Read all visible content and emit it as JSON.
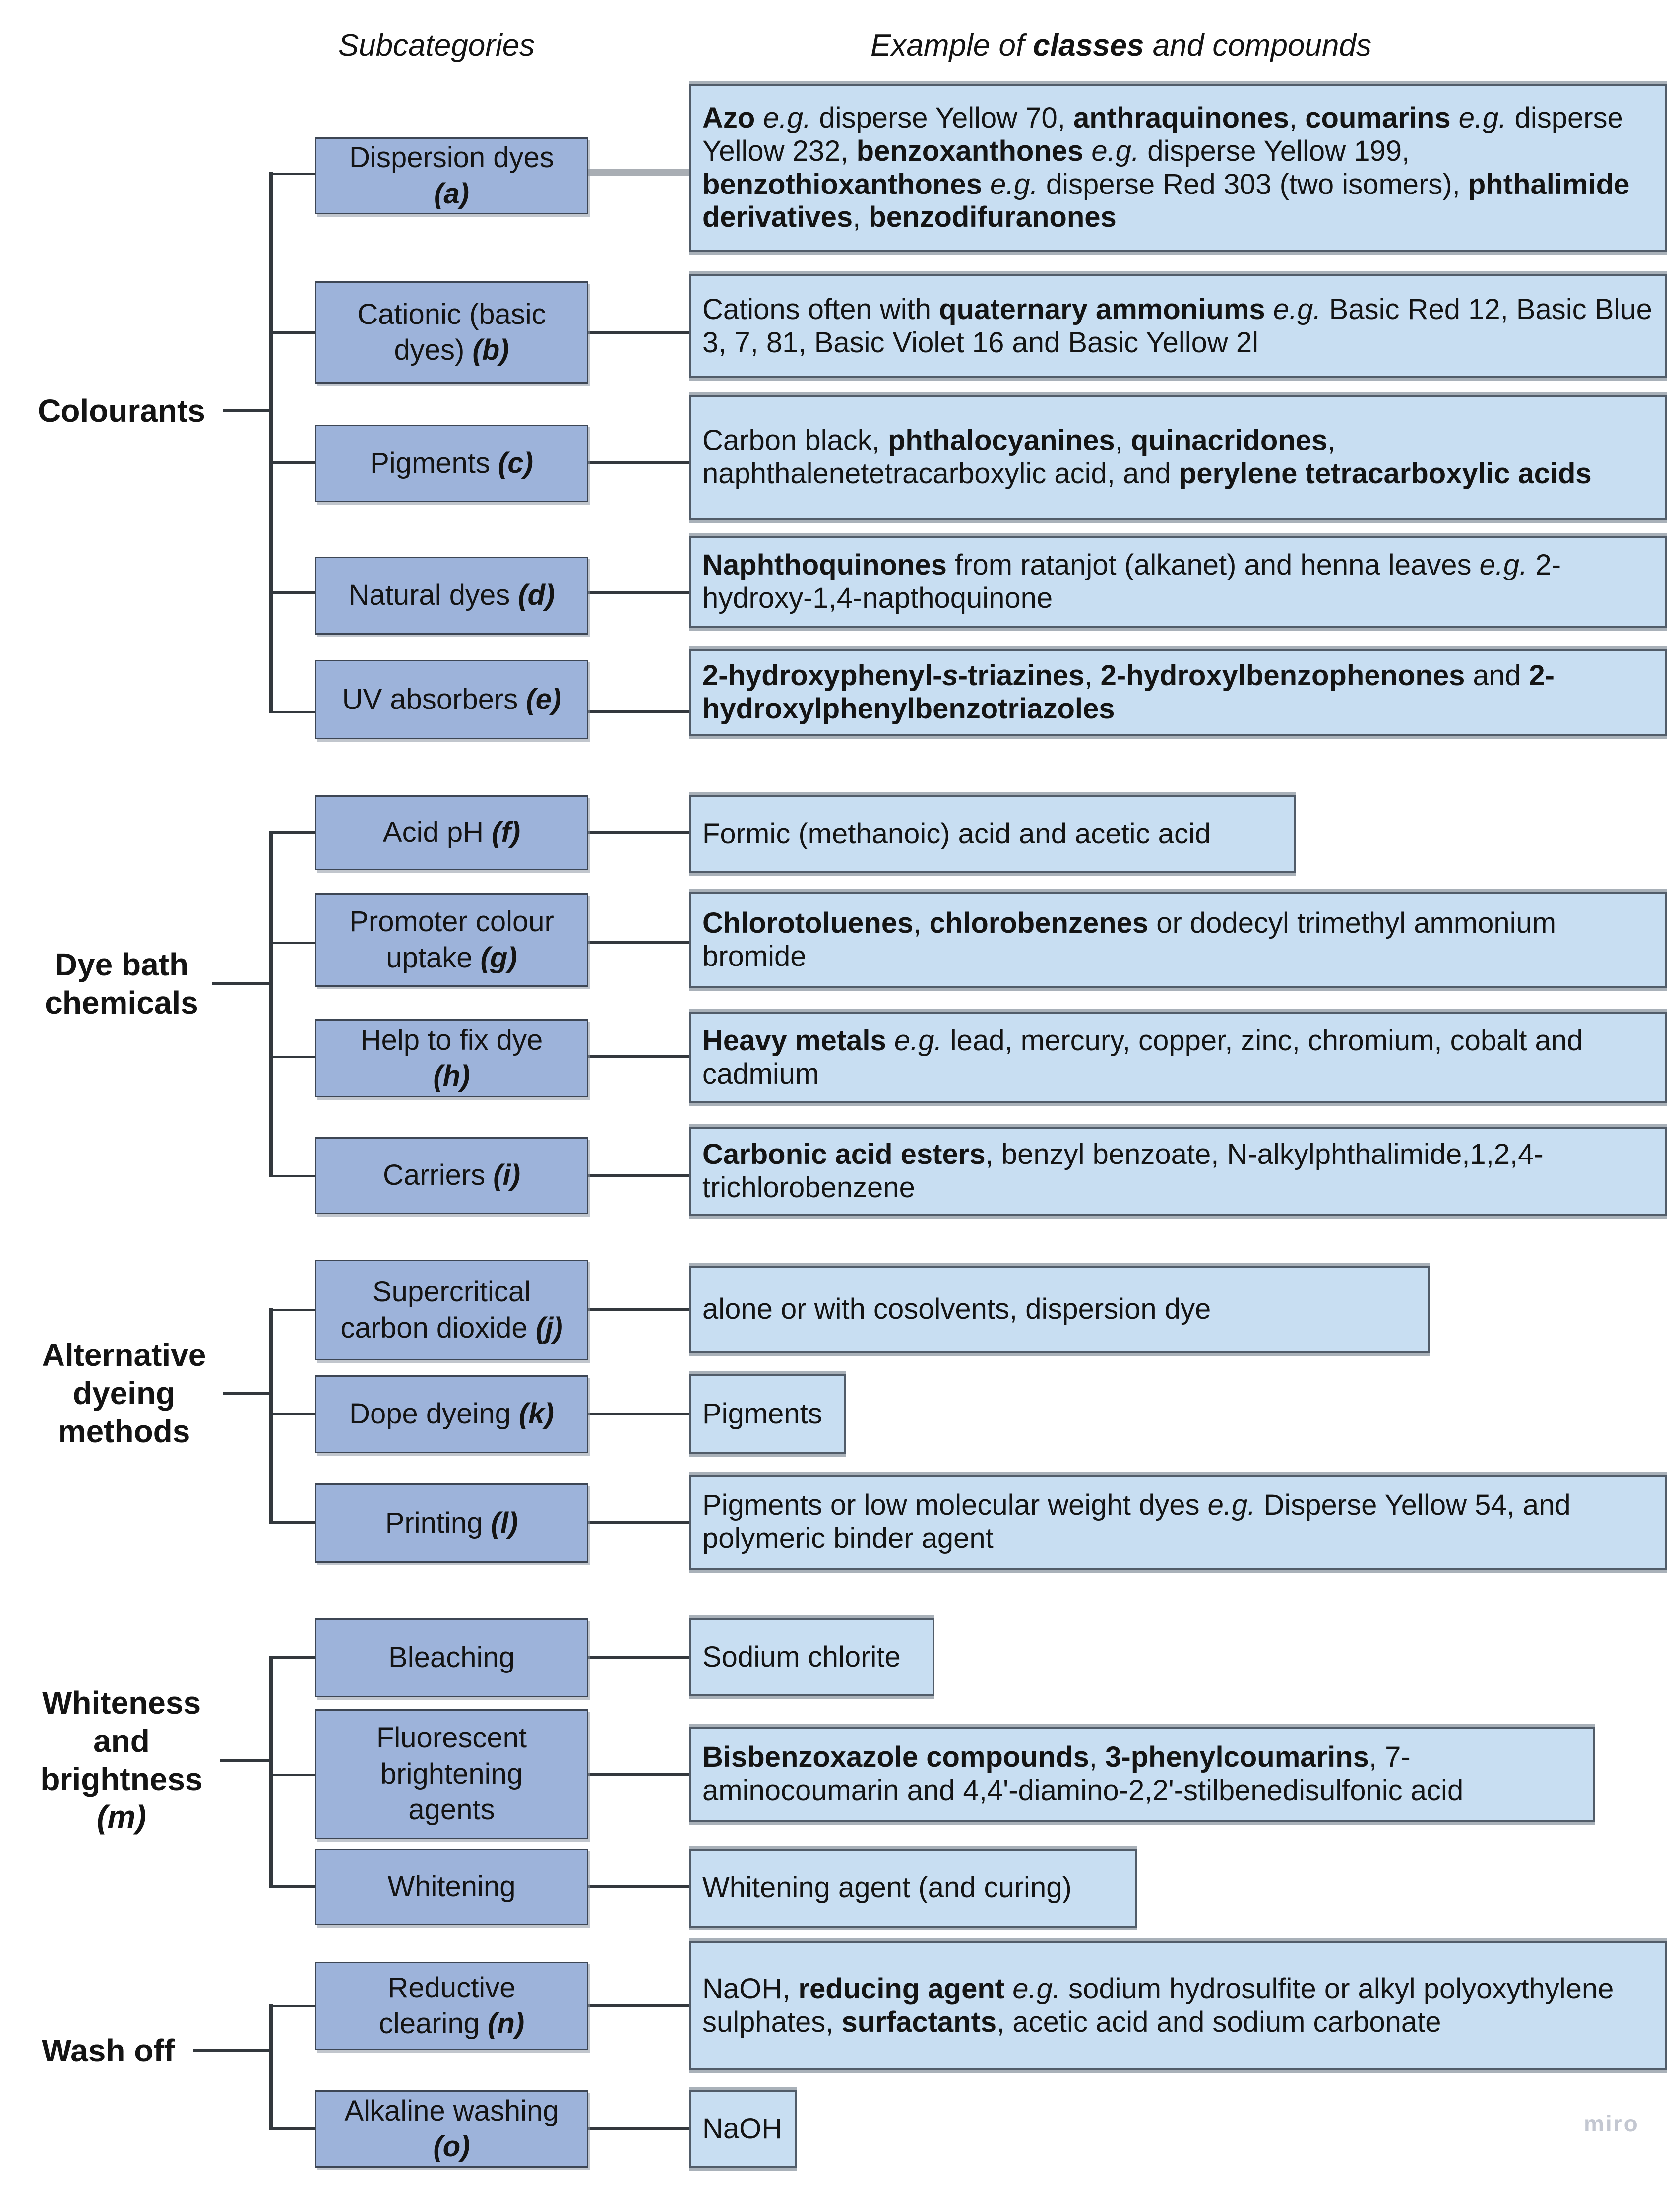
{
  "header": {
    "subcategories": "Subcategories",
    "examples": [
      {
        "t": "Example of "
      },
      {
        "t": "classes",
        "b": true
      },
      {
        "t": " and compounds"
      }
    ]
  },
  "colors": {
    "line": "#33383d",
    "line_gray": "#a9aeb4",
    "subcat_fill": "#9db3da",
    "subcat_border": "#3d4654",
    "example_fill": "#c8def2",
    "example_border": "#515c69",
    "watermark": "#c3c7d1"
  },
  "watermark": {
    "text": "miro"
  },
  "groups": [
    {
      "label_segments": [
        {
          "t": "Colourants"
        }
      ],
      "rows": [
        {
          "id": "a",
          "subcat": [
            {
              "t": "Dispersion dyes"
            },
            {
              "t": "(a)",
              "b": true,
              "i": true,
              "nl": true
            }
          ],
          "example": [
            {
              "t": "Azo",
              "b": true
            },
            {
              "t": " e.g. ",
              "i": true
            },
            {
              "t": "disperse Yellow 70, "
            },
            {
              "t": "anthraquinones",
              "b": true
            },
            {
              "t": ", "
            },
            {
              "t": "coumarins",
              "b": true
            },
            {
              "t": " e.g. ",
              "i": true
            },
            {
              "t": "disperse Yellow 232, "
            },
            {
              "t": "benzoxanthones",
              "b": true
            },
            {
              "t": " e.g. ",
              "i": true
            },
            {
              "t": "disperse Yellow 199, "
            },
            {
              "t": "benzothioxanthones",
              "b": true
            },
            {
              "t": " e.g. ",
              "i": true
            },
            {
              "t": "disperse Red 303 (two isomers), "
            },
            {
              "t": "phthalimide derivatives",
              "b": true
            },
            {
              "t": ", "
            },
            {
              "t": "benzodifuranones",
              "b": true
            }
          ]
        },
        {
          "id": "b",
          "subcat": [
            {
              "t": "Cationic (basic"
            },
            {
              "t": "dyes) ",
              "nl": true
            },
            {
              "t": "(b)",
              "b": true,
              "i": true
            }
          ],
          "example": [
            {
              "t": "Cations often with "
            },
            {
              "t": "quaternary ammoniums",
              "b": true
            },
            {
              "t": " e.g. ",
              "i": true
            },
            {
              "t": "Basic Red 12, Basic Blue 3, 7, 81, Basic Violet 16 and Basic Yellow 2l"
            }
          ]
        },
        {
          "id": "c",
          "subcat": [
            {
              "t": "Pigments "
            },
            {
              "t": "(c)",
              "b": true,
              "i": true
            }
          ],
          "example": [
            {
              "t": "Carbon black, "
            },
            {
              "t": "phthalocyanines",
              "b": true
            },
            {
              "t": ", "
            },
            {
              "t": "quinacridones",
              "b": true
            },
            {
              "t": ", naphthalenetetracarboxylic acid, and "
            },
            {
              "t": "perylene tetracarboxylic acids",
              "b": true
            }
          ]
        },
        {
          "id": "d",
          "subcat": [
            {
              "t": "Natural dyes "
            },
            {
              "t": "(d)",
              "b": true,
              "i": true
            }
          ],
          "example": [
            {
              "t": "Naphthoquinones",
              "b": true
            },
            {
              "t": " from ratanjot (alkanet) and henna leaves "
            },
            {
              "t": "e.g.",
              "i": true
            },
            {
              "t": " 2-hydroxy-1,4-napthoquinone"
            }
          ]
        },
        {
          "id": "e",
          "subcat": [
            {
              "t": "UV absorbers "
            },
            {
              "t": "(e)",
              "b": true,
              "i": true
            }
          ],
          "example": [
            {
              "t": "2-hydroxyphenyl-",
              "b": true
            },
            {
              "t": "s",
              "b": true,
              "i": true
            },
            {
              "t": "-triazines",
              "b": true
            },
            {
              "t": ", "
            },
            {
              "t": "2-hydroxylbenzophenones",
              "b": true
            },
            {
              "t": " and "
            },
            {
              "t": "2-hydroxylphenylbenzotriazoles",
              "b": true
            }
          ]
        }
      ]
    },
    {
      "label_segments": [
        {
          "t": "Dye bath"
        },
        {
          "t": "chemicals",
          "nl": true
        }
      ],
      "rows": [
        {
          "id": "f",
          "subcat": [
            {
              "t": "Acid pH "
            },
            {
              "t": "(f)",
              "b": true,
              "i": true
            }
          ],
          "example": [
            {
              "t": "Formic (methanoic) acid and acetic acid"
            }
          ]
        },
        {
          "id": "g",
          "subcat": [
            {
              "t": "Promoter colour"
            },
            {
              "t": "uptake ",
              "nl": true
            },
            {
              "t": "(g)",
              "b": true,
              "i": true
            }
          ],
          "example": [
            {
              "t": "Chlorotoluenes",
              "b": true
            },
            {
              "t": ", "
            },
            {
              "t": "chlorobenzenes",
              "b": true
            },
            {
              "t": " or dodecyl trimethyl ammonium bromide"
            }
          ]
        },
        {
          "id": "h",
          "subcat": [
            {
              "t": "Help to fix dye"
            },
            {
              "t": "(h)",
              "b": true,
              "i": true,
              "nl": true
            }
          ],
          "example": [
            {
              "t": "Heavy metals",
              "b": true
            },
            {
              "t": " e.g. ",
              "i": true
            },
            {
              "t": "lead, mercury, copper, zinc, chromium, cobalt and cadmium"
            }
          ]
        },
        {
          "id": "i",
          "subcat": [
            {
              "t": "Carriers "
            },
            {
              "t": "(i)",
              "b": true,
              "i": true
            }
          ],
          "example": [
            {
              "t": "Carbonic acid esters",
              "b": true
            },
            {
              "t": ", benzyl benzoate, N-alkylphthalimide,1,2,4-trichlorobenzene"
            }
          ]
        }
      ]
    },
    {
      "label_segments": [
        {
          "t": "Alternative"
        },
        {
          "t": "dyeing",
          "nl": true
        },
        {
          "t": "methods",
          "nl": true
        }
      ],
      "rows": [
        {
          "id": "j",
          "subcat": [
            {
              "t": "Supercritical"
            },
            {
              "t": "carbon dioxide ",
              "nl": true
            },
            {
              "t": "(j)",
              "b": true,
              "i": true
            }
          ],
          "example": [
            {
              "t": "alone or with cosolvents, dispersion dye"
            }
          ]
        },
        {
          "id": "k",
          "subcat": [
            {
              "t": "Dope dyeing "
            },
            {
              "t": "(k)",
              "b": true,
              "i": true
            }
          ],
          "example": [
            {
              "t": "Pigments"
            }
          ]
        },
        {
          "id": "l",
          "subcat": [
            {
              "t": "Printing "
            },
            {
              "t": "(l)",
              "b": true,
              "i": true
            }
          ],
          "example": [
            {
              "t": "Pigments or low molecular weight dyes "
            },
            {
              "t": "e.g.",
              "i": true
            },
            {
              "t": " Disperse Yellow 54, and polymeric binder agent"
            }
          ]
        }
      ]
    },
    {
      "label_segments": [
        {
          "t": "Whiteness"
        },
        {
          "t": "and",
          "nl": true
        },
        {
          "t": "brightness",
          "nl": true
        },
        {
          "t": "(m)",
          "i": true,
          "nl": true
        }
      ],
      "rows": [
        {
          "id": "m1",
          "subcat": [
            {
              "t": "Bleaching"
            }
          ],
          "example": [
            {
              "t": "Sodium chlorite"
            }
          ]
        },
        {
          "id": "m2",
          "subcat": [
            {
              "t": "Fluorescent"
            },
            {
              "t": "brightening",
              "nl": true
            },
            {
              "t": "agents",
              "nl": true
            }
          ],
          "example": [
            {
              "t": "Bisbenzoxazole compounds",
              "b": true
            },
            {
              "t": ", "
            },
            {
              "t": "3-phenylcoumarins",
              "b": true
            },
            {
              "t": ", 7-aminocoumarin and 4,4'-diamino-2,2'-stilbenedisulfonic acid"
            }
          ]
        },
        {
          "id": "m3",
          "subcat": [
            {
              "t": "Whitening"
            }
          ],
          "example": [
            {
              "t": "Whitening agent (and curing)"
            }
          ]
        }
      ]
    },
    {
      "label_segments": [
        {
          "t": "Wash off"
        }
      ],
      "rows": [
        {
          "id": "n",
          "subcat": [
            {
              "t": "Reductive"
            },
            {
              "t": "clearing ",
              "nl": true
            },
            {
              "t": "(n)",
              "b": true,
              "i": true
            }
          ],
          "example": [
            {
              "t": "NaOH, "
            },
            {
              "t": "reducing agent",
              "b": true
            },
            {
              "t": " e.g. ",
              "i": true
            },
            {
              "t": "sodium hydrosulfite or alkyl polyoxythylene sulphates, "
            },
            {
              "t": "surfactants",
              "b": true
            },
            {
              "t": ", acetic acid and sodium carbonate"
            }
          ]
        },
        {
          "id": "o",
          "subcat": [
            {
              "t": "Alkaline washing"
            },
            {
              "t": "(o)",
              "b": true,
              "i": true,
              "nl": true
            }
          ],
          "example": [
            {
              "t": "NaOH"
            }
          ]
        }
      ]
    }
  ]
}
